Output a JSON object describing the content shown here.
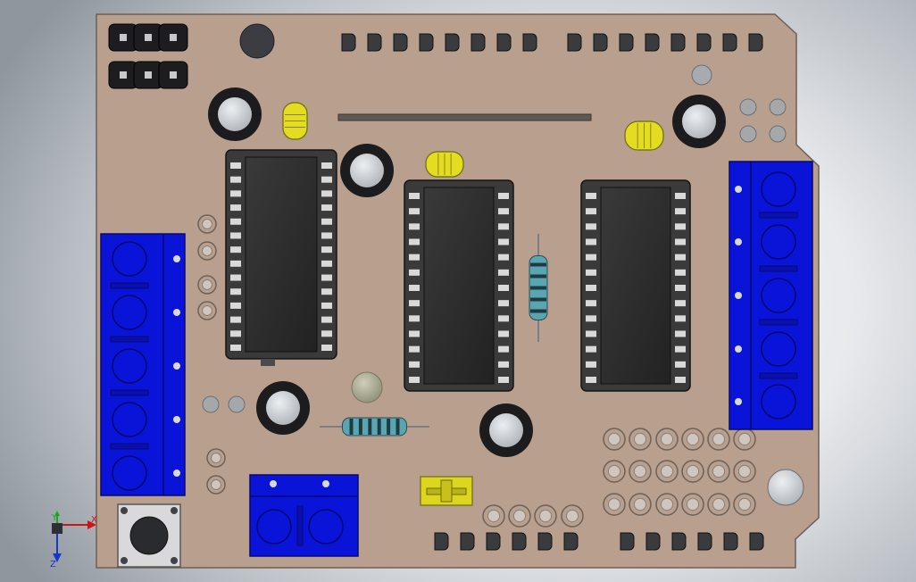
{
  "view": {
    "axes": {
      "x_label": "X",
      "y_label": "Y",
      "z_label": "Z"
    }
  },
  "colors": {
    "background": "#e8eaed",
    "board": "#b89f8e",
    "board_edge": "#6f5f55",
    "ic_body": "#2e2e2e",
    "ic_socket": "#3a3a3a",
    "pin": "#d9d9d9",
    "terminal_block": "#0a14d8",
    "capacitor": "#e4dc21",
    "resistor_body": "#5aa5b2",
    "resistor_band": "#1e3c40",
    "hole_ring": "#cfc6c0",
    "led": "#b4b39a"
  },
  "components": {
    "ic_chips": 3,
    "terminal_blocks": 3,
    "resistors": 2,
    "ceramic_capacitors": 3,
    "mounting_holes": 5,
    "push_buttons": 1,
    "leds": 1
  },
  "icons": [
    "axis-triad-icon",
    "push-button-icon"
  ]
}
